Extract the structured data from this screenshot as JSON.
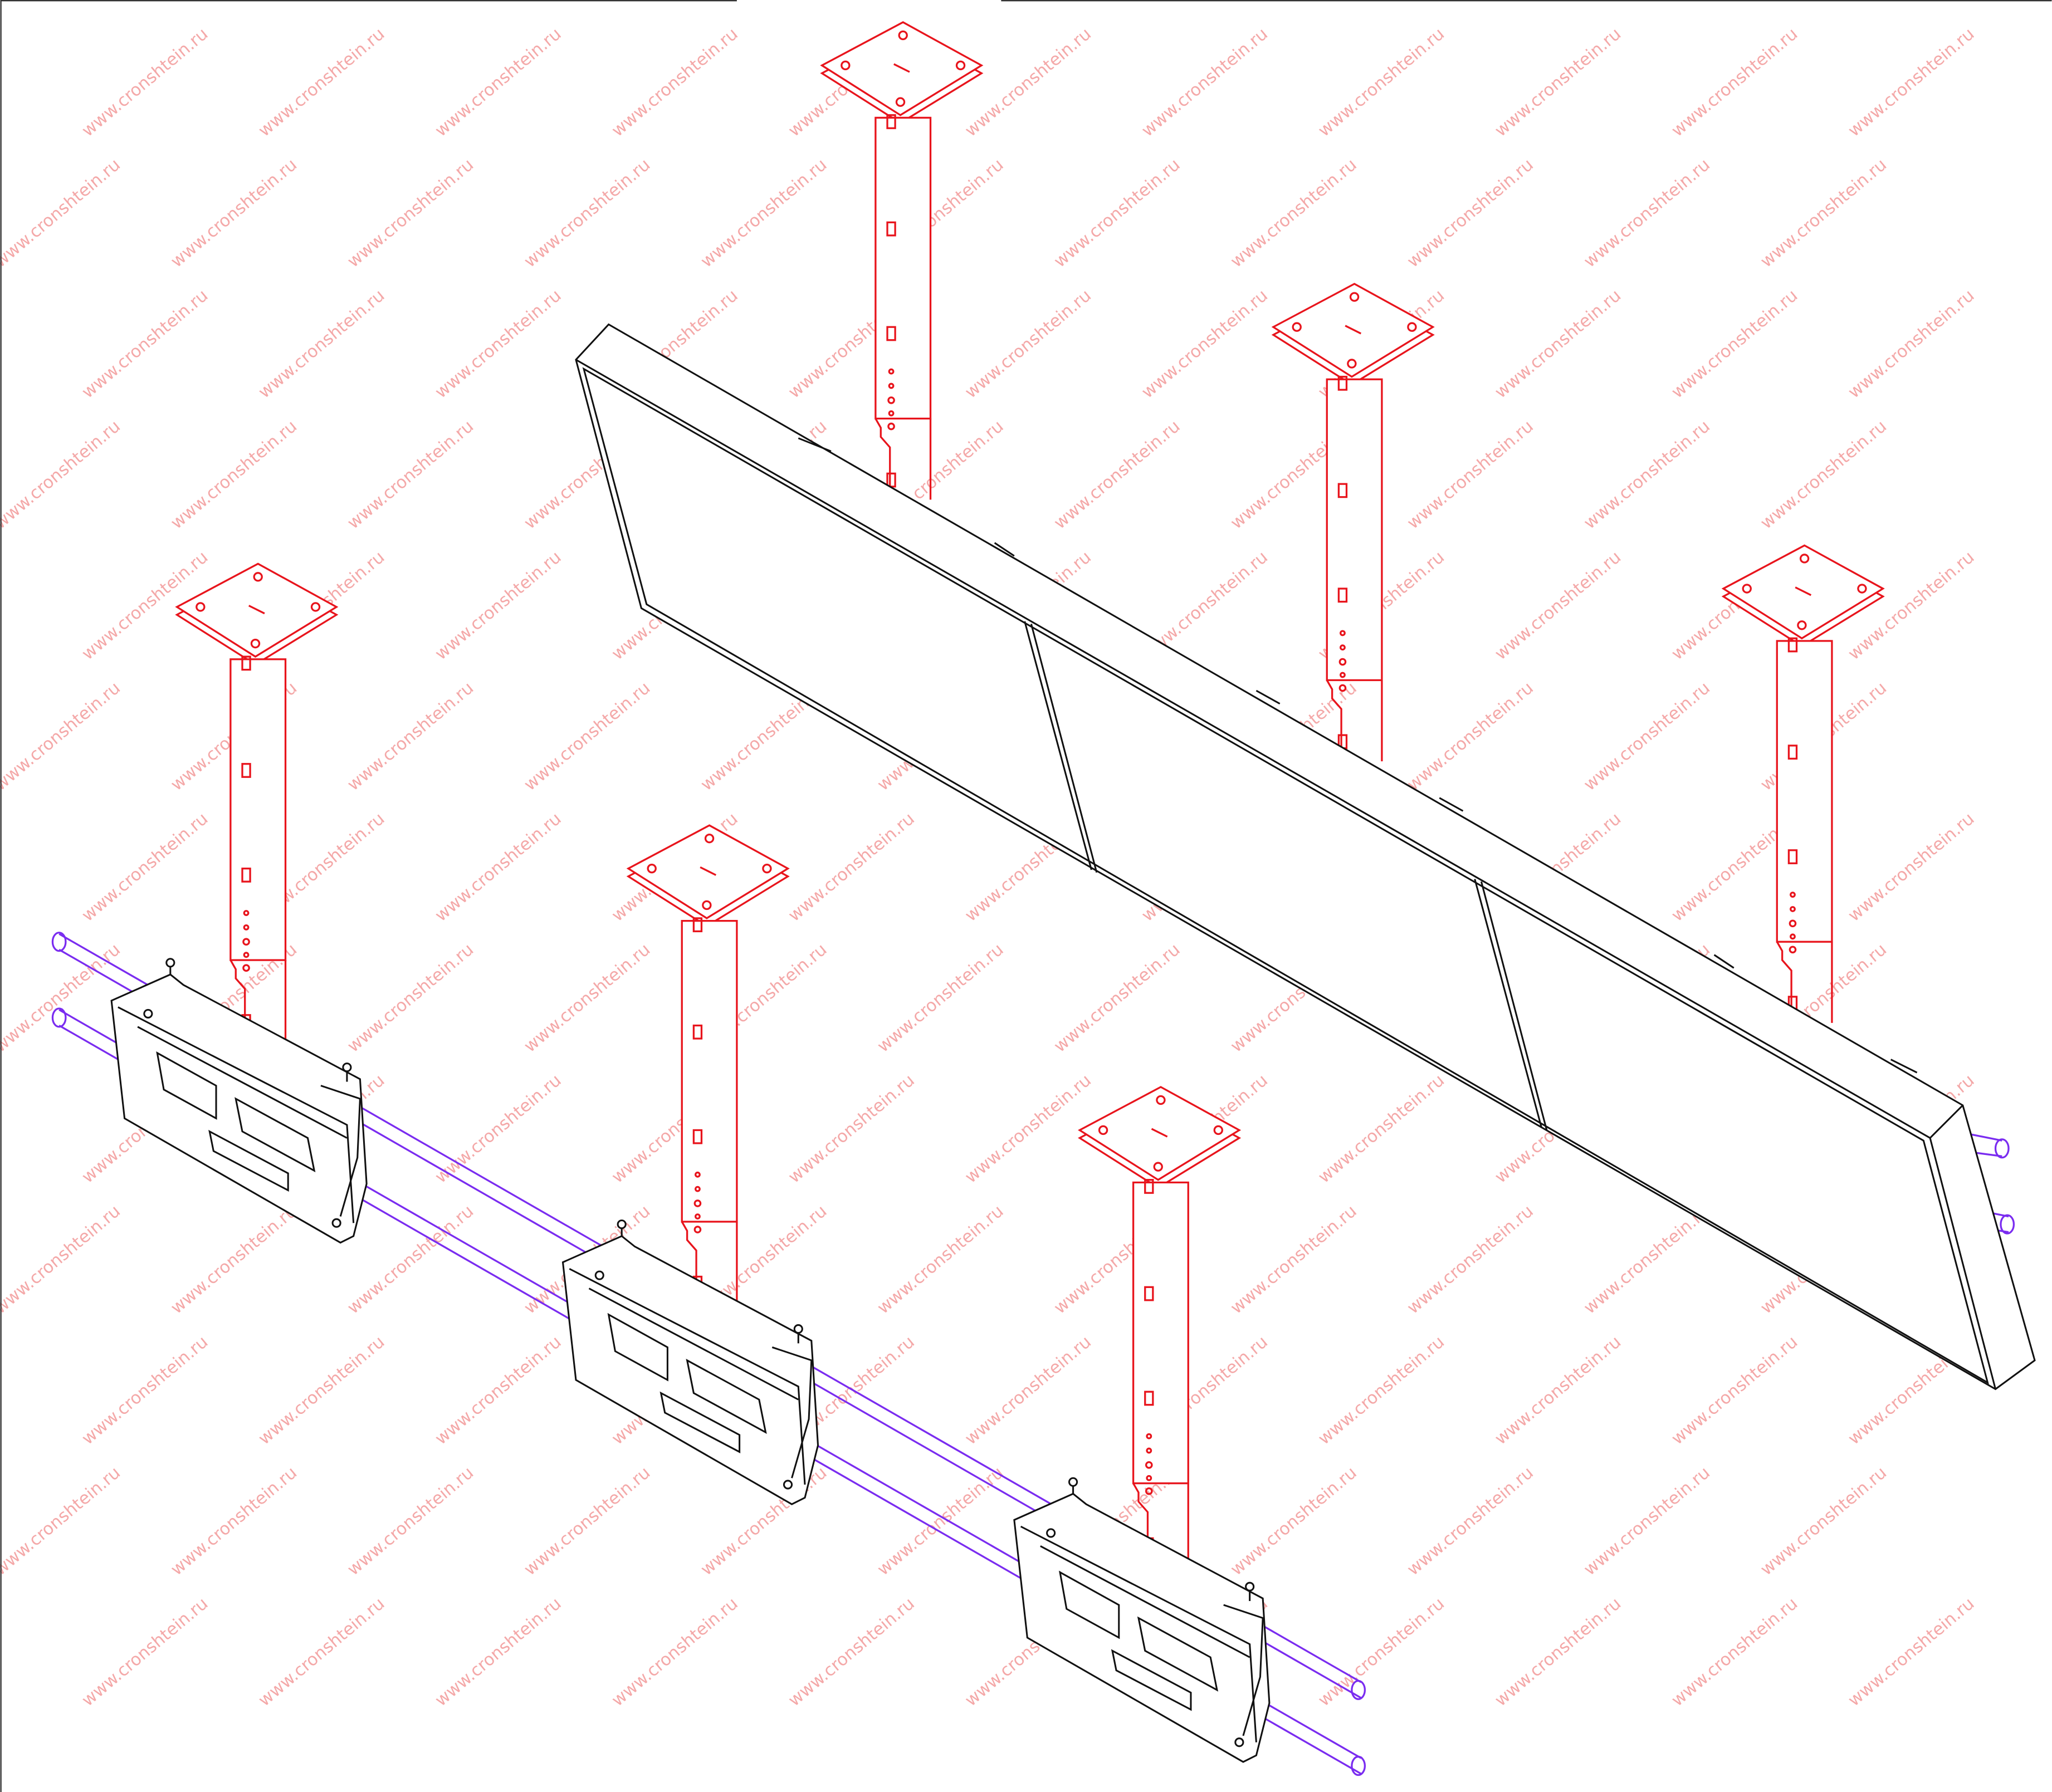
{
  "watermark": {
    "text": "www.cronshtein.ru",
    "color": "#f4a8a8"
  },
  "drawing": {
    "title": "Ceiling mount video wall assembly",
    "panel_count": 3,
    "ceiling_mount_count": 6,
    "wall_bracket_count": 3,
    "colors": {
      "mounts": "#e8141c",
      "display": "#111111",
      "rails": "#7a2cf0"
    }
  }
}
